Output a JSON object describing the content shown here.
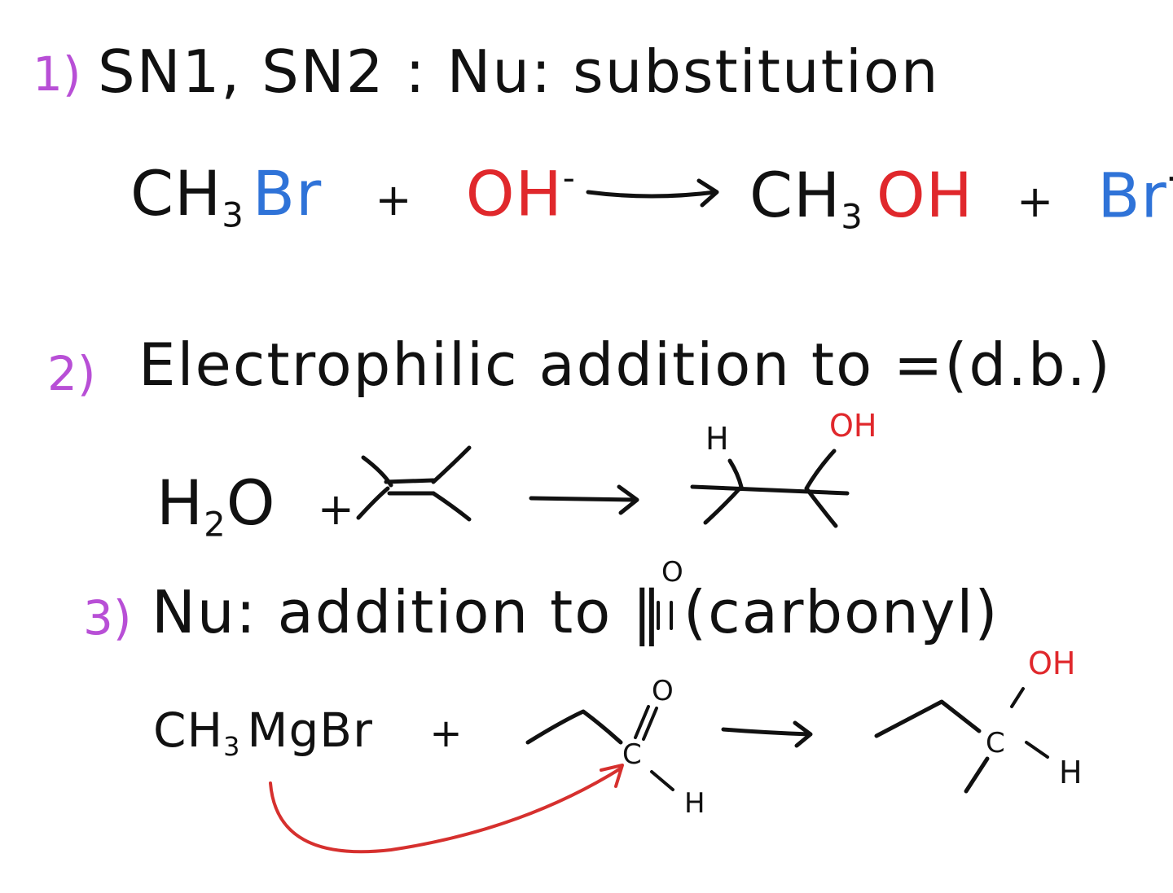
{
  "colors": {
    "ink": "#111111",
    "number": "#b84fd6",
    "nucleophile": "#e0282c",
    "leaving_group": "#2f73d8",
    "arrow": "#d6302e"
  },
  "section1": {
    "number": "1)",
    "heading": "SN1, SN2 : Nu: substitution",
    "reactant1_main": "CH",
    "reactant1_sub": "3",
    "reactant1_group": "Br",
    "plus1": "+",
    "reactant2": "OH",
    "reactant2_charge": "-",
    "product1_main": "CH",
    "product1_sub": "3",
    "product1_group": "OH",
    "plus2": "+",
    "product2": "Br",
    "product2_charge": "-"
  },
  "section2": {
    "number": "2)",
    "heading": "Electrophilic addition to =(d.b.)",
    "reactant1_main": "H",
    "reactant1_sub": "2",
    "reactant1_end": "O",
    "plus": "+",
    "product_label_h": "H",
    "product_label_oh": "OH"
  },
  "section3": {
    "number": "3)",
    "heading": "Nu: addition to ‖ (carbonyl)",
    "carbonyl_o": "O",
    "reactant1_main": "CH",
    "reactant1_sub": "3",
    "reactant1_end": "MgBr",
    "plus": "+",
    "aldehyde_o": "O",
    "aldehyde_c": "C",
    "aldehyde_h": "H",
    "product_oh": "OH",
    "product_c": "C",
    "product_h": "H"
  }
}
